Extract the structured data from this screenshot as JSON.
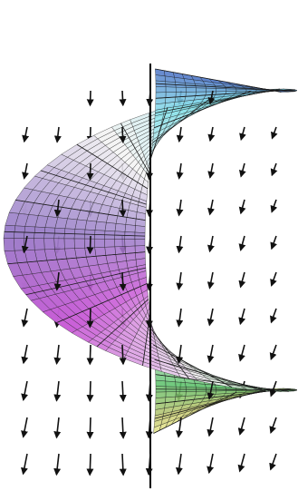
{
  "figure": {
    "surface": "helicoid",
    "overlay": "vector-field-arrows",
    "axis": "vertical-center-axis"
  },
  "colors": {
    "background": "#ffffff",
    "mesh_line": "#1a1a1a",
    "arrow": "#111111",
    "axis": "#000000",
    "gradient": {
      "magenta": "#c85ad6",
      "violet": "#9a7fc8",
      "white": "#f4f4f4",
      "blue": "#4f78c8",
      "cyan": "#88e6ee",
      "green": "#5cc06a",
      "khaki": "#bfc46e",
      "yellow": "#efee92"
    }
  }
}
